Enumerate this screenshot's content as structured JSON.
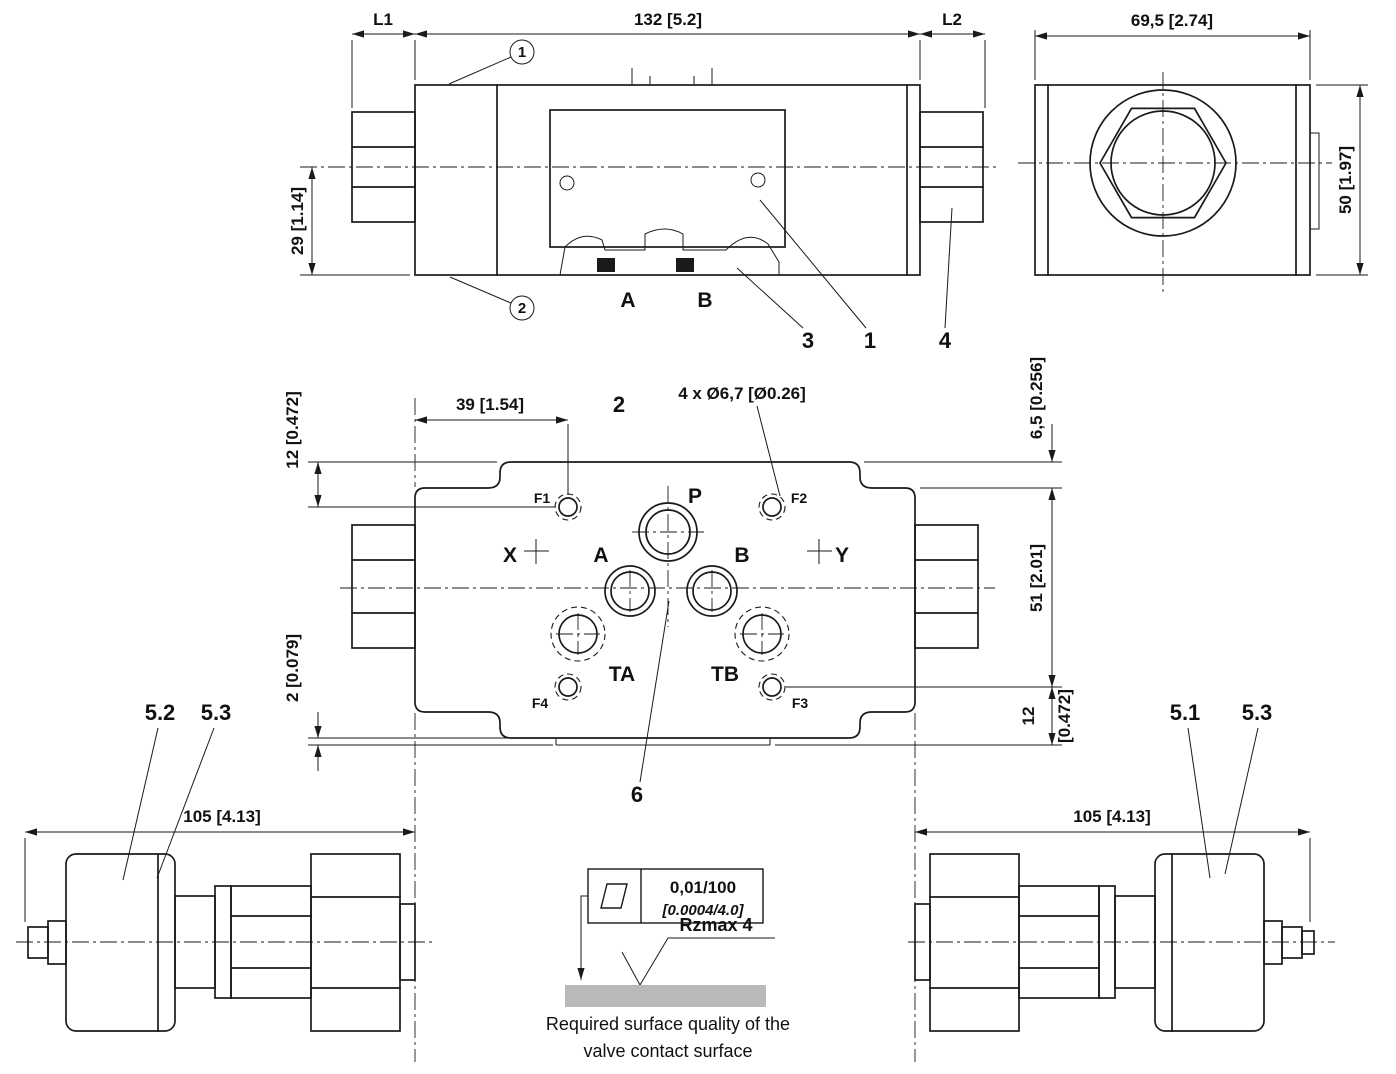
{
  "colors": {
    "ink": "#1a1a1a",
    "gray": "#b9b9b9"
  },
  "side_view": {
    "dim_l1": "L1",
    "dim_length": "132 [5.2]",
    "dim_l2": "L2",
    "dim_height": "29 [1.14]",
    "balloon_top": "1",
    "balloon_bottom": "2",
    "port_a": "A",
    "port_b": "B",
    "item_3": "3",
    "item_1": "1",
    "item_4": "4"
  },
  "end_view": {
    "dim_width": "69,5 [2.74]",
    "dim_height": "50 [1.97]"
  },
  "port_view": {
    "dim_39": "39 [1.54]",
    "item_2": "2",
    "hole_note": "4 x Ø6,7 [Ø0.26]",
    "dim_12_top": "12 [0.472]",
    "dim_6_5": "6,5 [0.256]",
    "dim_51": "51 [2.01]",
    "dim_2": "2 [0.079]",
    "dim_12_bottom_mm": "12",
    "dim_12_bottom_in": "[0.472]",
    "item_6": "6",
    "port_p": "P",
    "port_a": "A",
    "port_b": "B",
    "port_ta": "TA",
    "port_tb": "TB",
    "port_x": "X",
    "port_y": "Y",
    "port_f1": "F1",
    "port_f2": "F2",
    "port_f3": "F3",
    "port_f4": "F4"
  },
  "left_detail": {
    "item_5_2": "5.2",
    "item_5_3": "5.3",
    "dim_length": "105 [4.13]"
  },
  "right_detail": {
    "item_5_1": "5.1",
    "item_5_3": "5.3",
    "dim_length": "105 [4.13]"
  },
  "surface_note": {
    "flatness": "0,01/100",
    "flatness_inch": "[0.0004/4.0]",
    "roughness": "Rzmax 4",
    "caption_line1": "Required surface quality of the",
    "caption_line2": "valve contact surface"
  }
}
